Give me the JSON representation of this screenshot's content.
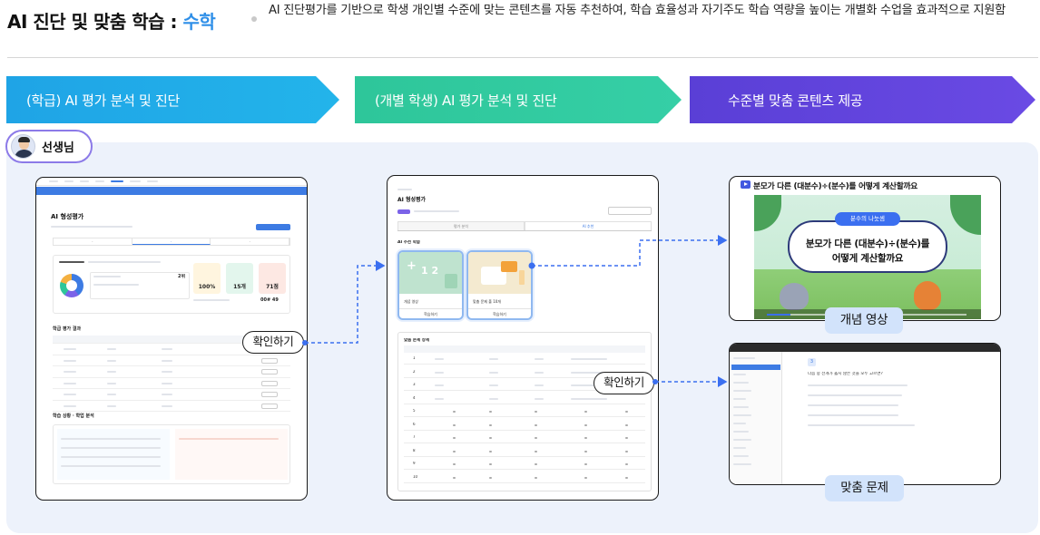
{
  "header": {
    "title_main": "AI 진단 및 맞춤 학습 : ",
    "title_subject": "수학",
    "description": "AI 진단평가를 기반으로 학생 개인별 수준에 맞는 콘텐츠를 자동 추천하여, 학습 효율성과 자기주도 학습 역량을 높이는 개별화 수업을 효과적으로 지원함"
  },
  "steps": [
    {
      "label": "(학급) AI 평가 분석 및 진단",
      "color": "#1fa4e6"
    },
    {
      "label": "(개별 학생) AI 평가 분석 및 진단",
      "color": "#2ec69a"
    },
    {
      "label": "수준별 맞춤 콘텐츠 제공",
      "color": "#5a3fd6"
    }
  ],
  "teacher": {
    "label": "선생님",
    "icon": "teacher-avatar-icon"
  },
  "shots": {
    "class_report": {
      "page_title": "AI 형성평가",
      "metric_1": "100%",
      "metric_2": "15개",
      "metric_3": "71점",
      "score_right": "00# 49",
      "rank": "2위",
      "section_results": "학급 평가 결과",
      "section_bottom": "학습 상황 · 학업 분석"
    },
    "student_report": {
      "page_title": "AI 형성평가",
      "tab_left": "평가 분석",
      "tab_right": "AI 추천",
      "section_reco": "AI 추천 학습",
      "card_1_caption": "개념 영상",
      "card_2_caption": "맞춤 문제 풀 10개",
      "card_btn": "학습하기",
      "section_detail": "맞춤 문제 상세",
      "row_numbers": [
        "1",
        "2",
        "3",
        "4",
        "5",
        "6",
        "7",
        "8",
        "9",
        "10"
      ]
    },
    "concept_video": {
      "title": "분모가 다른 (대분수)÷(분수)를 어떻게 계산할까요",
      "chip": "분수의 나눗셈",
      "bubble_line1": "분모가 다른 (대분수)÷(분수)를",
      "bubble_line2": "어떻게 계산할까요"
    },
    "custom_problems": {
      "question_number": "3",
      "question_text": "다음 중 전개가 옳지 않은 것을 모두 고르면?"
    }
  },
  "labels": {
    "concept_video": "개념 영상",
    "custom_problems": "맞춤 문제",
    "confirm": "확인하기"
  },
  "colors": {
    "accent_blue": "#2f8fe8",
    "arrow_dash": "#3b6ff0",
    "panel_bg": "#edf2fb",
    "badge_bg": "#d2e3fb"
  }
}
